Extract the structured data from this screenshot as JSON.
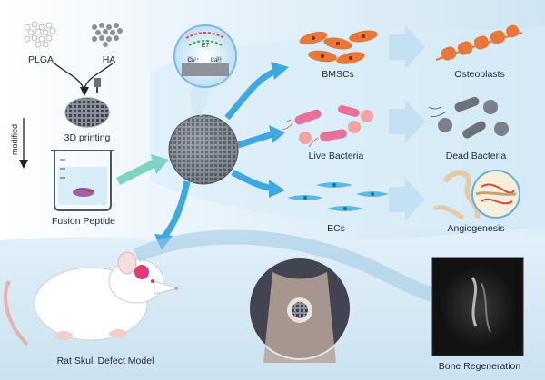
{
  "materials": {
    "plga": "PLGA",
    "ha": "HA"
  },
  "steps": {
    "printing": "3D printing",
    "modified": "modified",
    "fusion_peptide": "Fusion Peptide"
  },
  "inset_ions": {
    "e7": "E7",
    "ca": "Ca²⁺"
  },
  "cells": {
    "bmscs": "BMSCs",
    "osteoblasts": "Osteoblasts",
    "live_bacteria": "Live Bacteria",
    "dead_bacteria": "Dead Bacteria",
    "ecs": "ECs",
    "angiogenesis": "Angiogenesis"
  },
  "in_vivo": {
    "model": "Rat Skull Defect Model",
    "regeneration": "Bone Regeneration"
  },
  "colors": {
    "background_blue": "#d6e9f5",
    "arrow_blue": "#3fa8de",
    "arrow_teal": "#7fd3c2",
    "bmsc_orange": "#e8773a",
    "bacteria_pink": "#e8709a",
    "dead_bacteria_gray": "#7b8189",
    "ec_blue": "#59b9e6"
  }
}
